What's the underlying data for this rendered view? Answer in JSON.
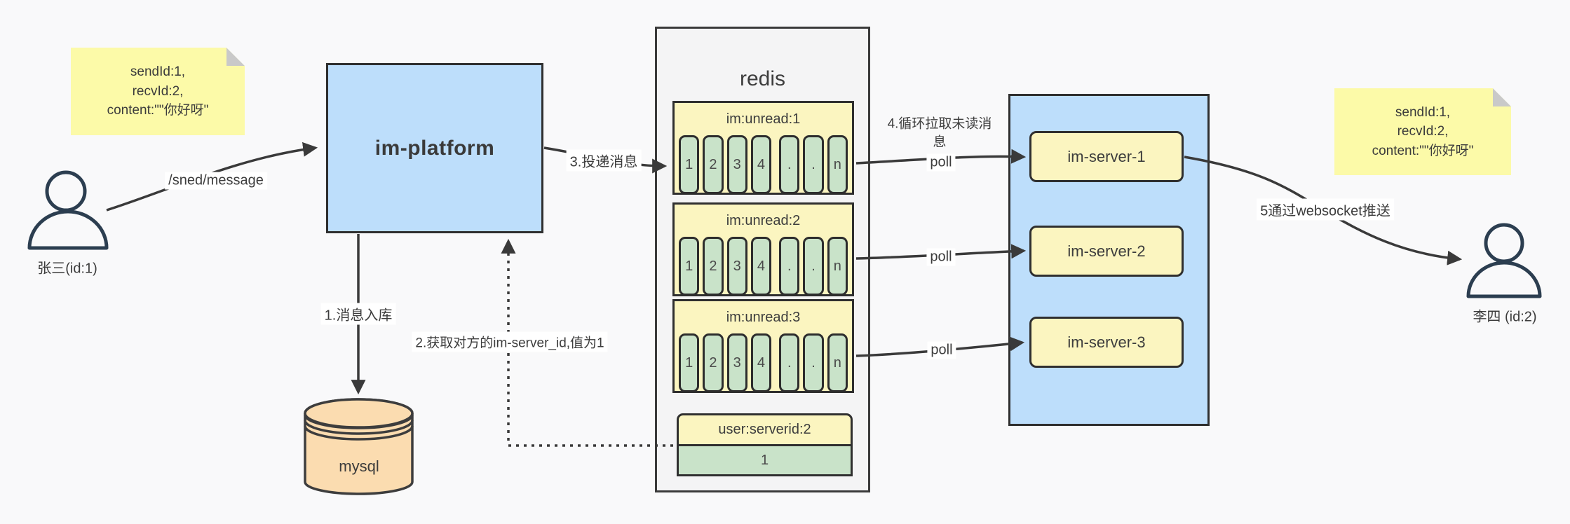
{
  "diagram_title": "im message push flow",
  "colors": {
    "background": "#f9f9fa",
    "note_yellow": "#fcfaa8",
    "note_fold_gray": "#c9c9c9",
    "box_blue": "#bddefb",
    "pale_yellow": "#fbf5c0",
    "cell_green": "#c9e3c9",
    "mysql_orange": "#fbdcb0",
    "line_dark": "#3a3a3a",
    "actor_stroke": "#2c3e50"
  },
  "left_note": {
    "text": "sendId:1,\nrecvId:2,\ncontent:\"\"你好呀\""
  },
  "right_note": {
    "text": "sendId:1,\nrecvId:2,\ncontent:\"\"你好呀\""
  },
  "sender": {
    "label": "张三(id:1)",
    "icon": "user-icon"
  },
  "receiver": {
    "label": "李四 (id:2)",
    "icon": "user-icon"
  },
  "platform": {
    "label": "im-platform"
  },
  "database": {
    "label": "mysql",
    "icon": "database-cylinder-icon"
  },
  "redis": {
    "title": "redis",
    "queues": [
      {
        "header": "im:unread:1",
        "cells": [
          "1",
          "2",
          "3",
          "4",
          ".",
          ".",
          "n"
        ]
      },
      {
        "header": "im:unread:2",
        "cells": [
          "1",
          "2",
          "3",
          "4",
          ".",
          ".",
          "n"
        ]
      },
      {
        "header": "im:unread:3",
        "cells": [
          "1",
          "2",
          "3",
          "4",
          ".",
          ".",
          "n"
        ]
      }
    ],
    "kv": {
      "header": "user:serverid:2",
      "value": "1"
    }
  },
  "server_cluster": {
    "servers": [
      {
        "label": "im-server-1"
      },
      {
        "label": "im-server-2"
      },
      {
        "label": "im-server-3"
      }
    ]
  },
  "edge_labels": {
    "send": "/sned/message",
    "step1": "1.消息入库",
    "step2": "2.获取对方的im-server_id,值为1",
    "step3": "3.投递消息",
    "step4": "4.循环拉取未读消息",
    "poll": "poll",
    "step5": "5通过websocket推送"
  }
}
